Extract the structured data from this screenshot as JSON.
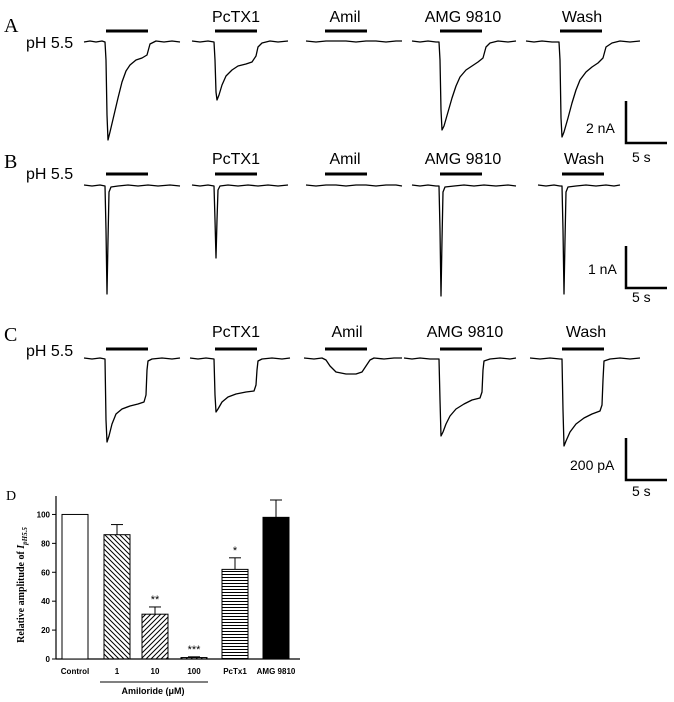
{
  "panels": [
    {
      "letter": "A",
      "ph_label": "pH 5.5",
      "conditions": [
        "",
        "PcTX1",
        "Amil",
        "AMG 9810",
        "Wash"
      ],
      "scale_y_label": "2 nA",
      "scale_x_label": "5 s"
    },
    {
      "letter": "B",
      "ph_label": "pH 5.5",
      "conditions": [
        "",
        "PcTX1",
        "Amil",
        "AMG 9810",
        "Wash"
      ],
      "scale_y_label": "1 nA",
      "scale_x_label": "5 s"
    },
    {
      "letter": "C",
      "ph_label": "pH 5.5",
      "conditions": [
        "",
        "PcTX1",
        "Amil",
        "AMG 9810",
        "Wash"
      ],
      "scale_y_label": "200 pA",
      "scale_x_label": "5 s"
    }
  ],
  "chart_data": {
    "type": "bar",
    "panel_letter": "D",
    "categories": [
      "Control",
      "1",
      "10",
      "100",
      "PcTx1",
      "AMG 9810"
    ],
    "values": [
      100,
      86,
      31,
      1,
      62,
      98
    ],
    "errors": [
      0,
      7,
      5,
      0.5,
      8,
      12
    ],
    "significance": [
      "",
      "",
      "**",
      "***",
      "*",
      ""
    ],
    "patterns": [
      "open",
      "diagonal-back",
      "diagonal-forward",
      "diagonal-forward",
      "horizontal",
      "solid"
    ],
    "ylabel_main": "Relative amplitude of ",
    "ylabel_sym": "I",
    "ylabel_sub": "pH5.5",
    "group_label": "Amiloride (μM)",
    "ylim": [
      0,
      110
    ],
    "yticks": [
      0,
      20,
      40,
      60,
      80,
      100
    ]
  }
}
